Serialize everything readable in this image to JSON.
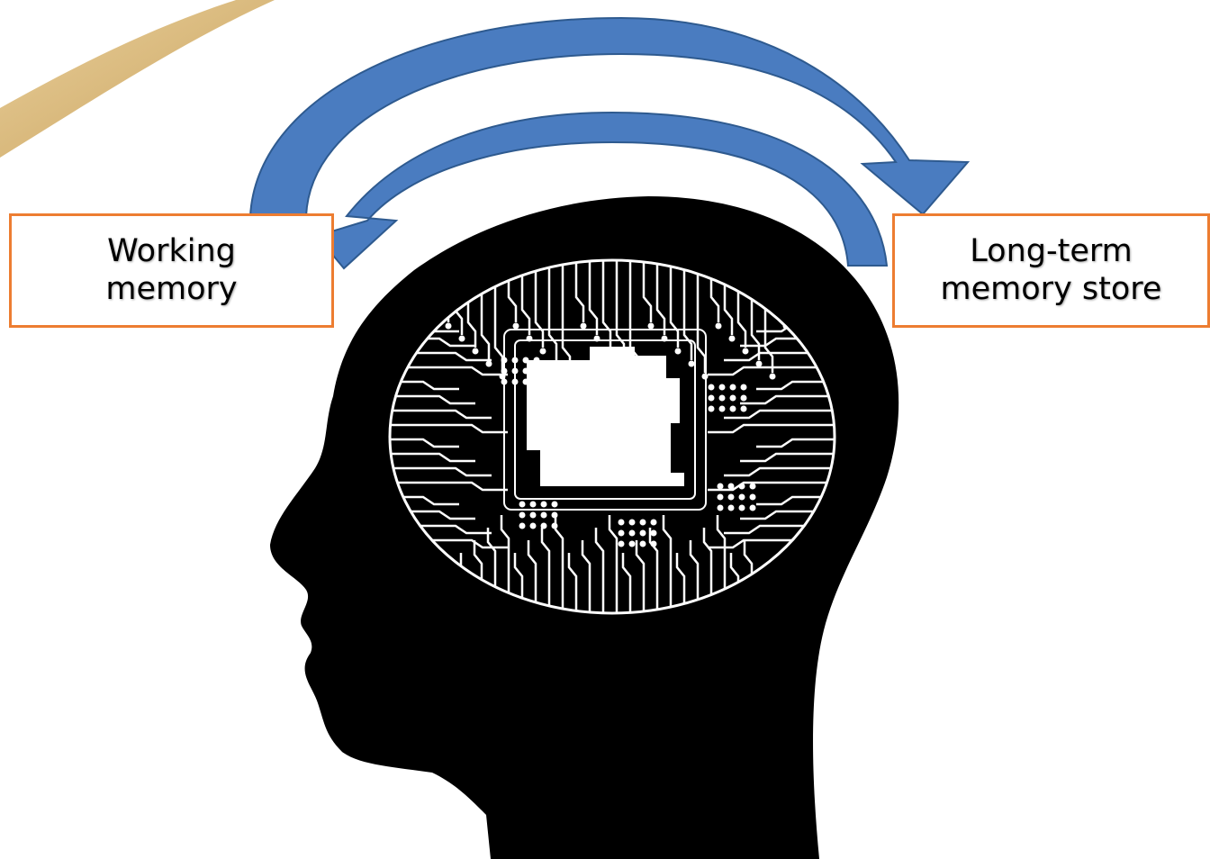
{
  "boxes": {
    "working": {
      "line1": "Working",
      "line2": "memory"
    },
    "long_term": {
      "line1": "Long-term",
      "line2": "memory store"
    }
  },
  "colors": {
    "box_border": "#ed7d31",
    "arrow_fill": "#4a7cc0",
    "arrow_stroke": "#2e5a8f",
    "head_fill": "#000000",
    "circuit": "#ffffff",
    "corner_swoosh": "#c9a25a"
  },
  "icons": [
    "head-silhouette-icon",
    "circuit-brain-icon",
    "arrow-to-long-term-icon",
    "arrow-to-working-icon"
  ]
}
